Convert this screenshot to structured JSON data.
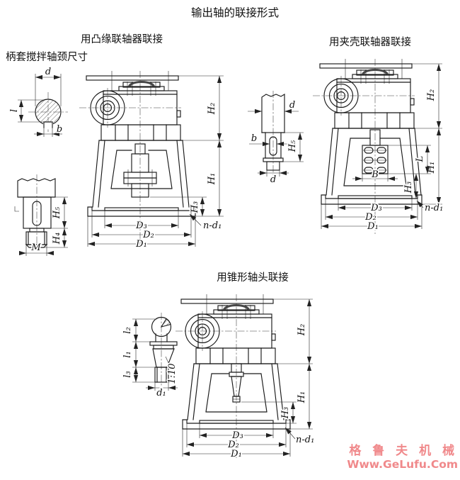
{
  "title": "输出轴的联接形式",
  "captions": {
    "flange": "用凸缘联轴器联接",
    "neck": "柄套搅拌轴颈尺寸",
    "clamp": "用夹壳联轴器联接",
    "cone": "用锥形轴头联接"
  },
  "dims": {
    "d": "d",
    "l": "l",
    "b": "b",
    "M": "M",
    "H1": "H₁",
    "H2": "H₂",
    "H3": "H₃",
    "H4": "H₄",
    "H5": "H₅",
    "D1": "D₁",
    "D2": "D₂",
    "D3": "D₃",
    "n_d1": "n-d₁",
    "L": "L",
    "B": "B",
    "d1": "d₁",
    "l1": "l₁",
    "l2": "l₂",
    "l3": "l₃",
    "taper": "1:10"
  },
  "watermark": {
    "line1": "格 鲁 夫 机 械",
    "line2": "Www.GeLufu.Com",
    "color": "#f0898b"
  },
  "canvas": {
    "background": "#ffffff",
    "line_color": "#1a1a1a"
  }
}
